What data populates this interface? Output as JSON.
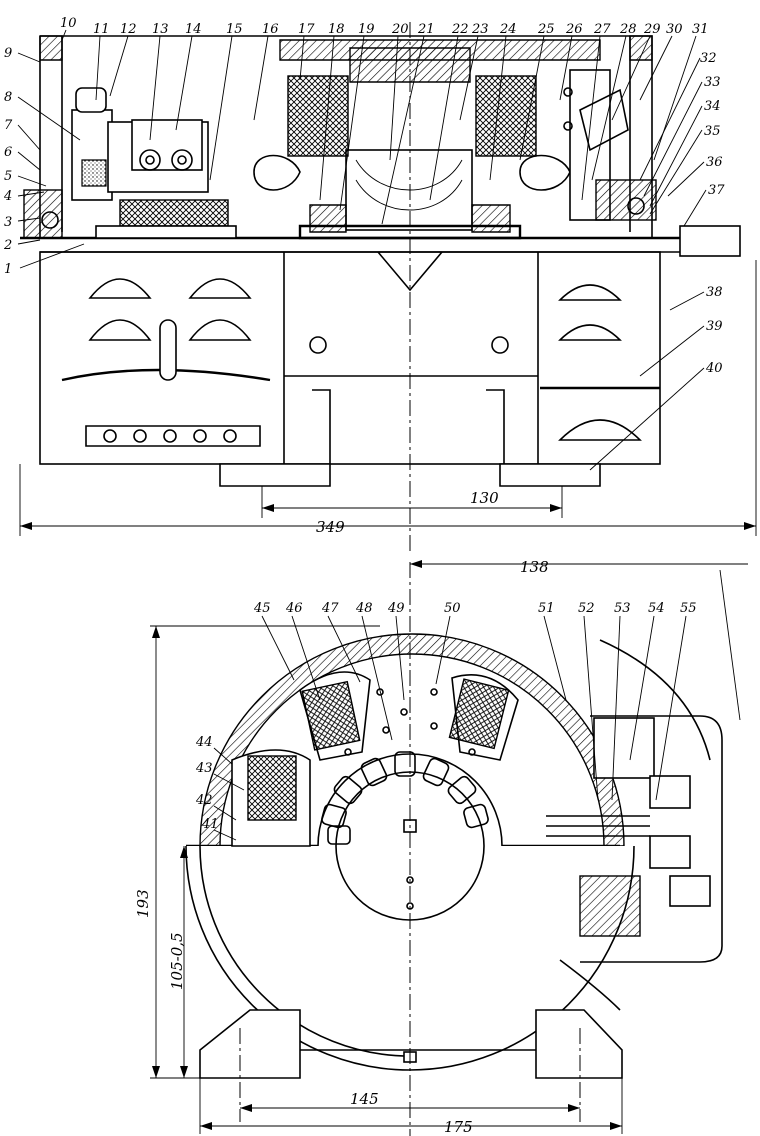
{
  "top_view": {
    "callouts": [
      "1",
      "2",
      "3",
      "4",
      "5",
      "6",
      "7",
      "8",
      "9",
      "10",
      "11",
      "12",
      "13",
      "14",
      "15",
      "16",
      "17",
      "18",
      "19",
      "20",
      "21",
      "22",
      "23",
      "24",
      "25",
      "26",
      "27",
      "28",
      "29",
      "30",
      "31",
      "32",
      "33",
      "34",
      "35",
      "36",
      "37",
      "38",
      "39",
      "40"
    ],
    "dim_inner": "130",
    "dim_overall": "349"
  },
  "front_view": {
    "callouts": [
      "41",
      "42",
      "43",
      "44",
      "45",
      "46",
      "47",
      "48",
      "49",
      "50",
      "51",
      "52",
      "53",
      "54",
      "55"
    ],
    "dim_radius": "138",
    "dim_height": "193",
    "dim_axis_height": "105-0,5",
    "dim_feet_holes": "145",
    "dim_feet_width": "175"
  }
}
